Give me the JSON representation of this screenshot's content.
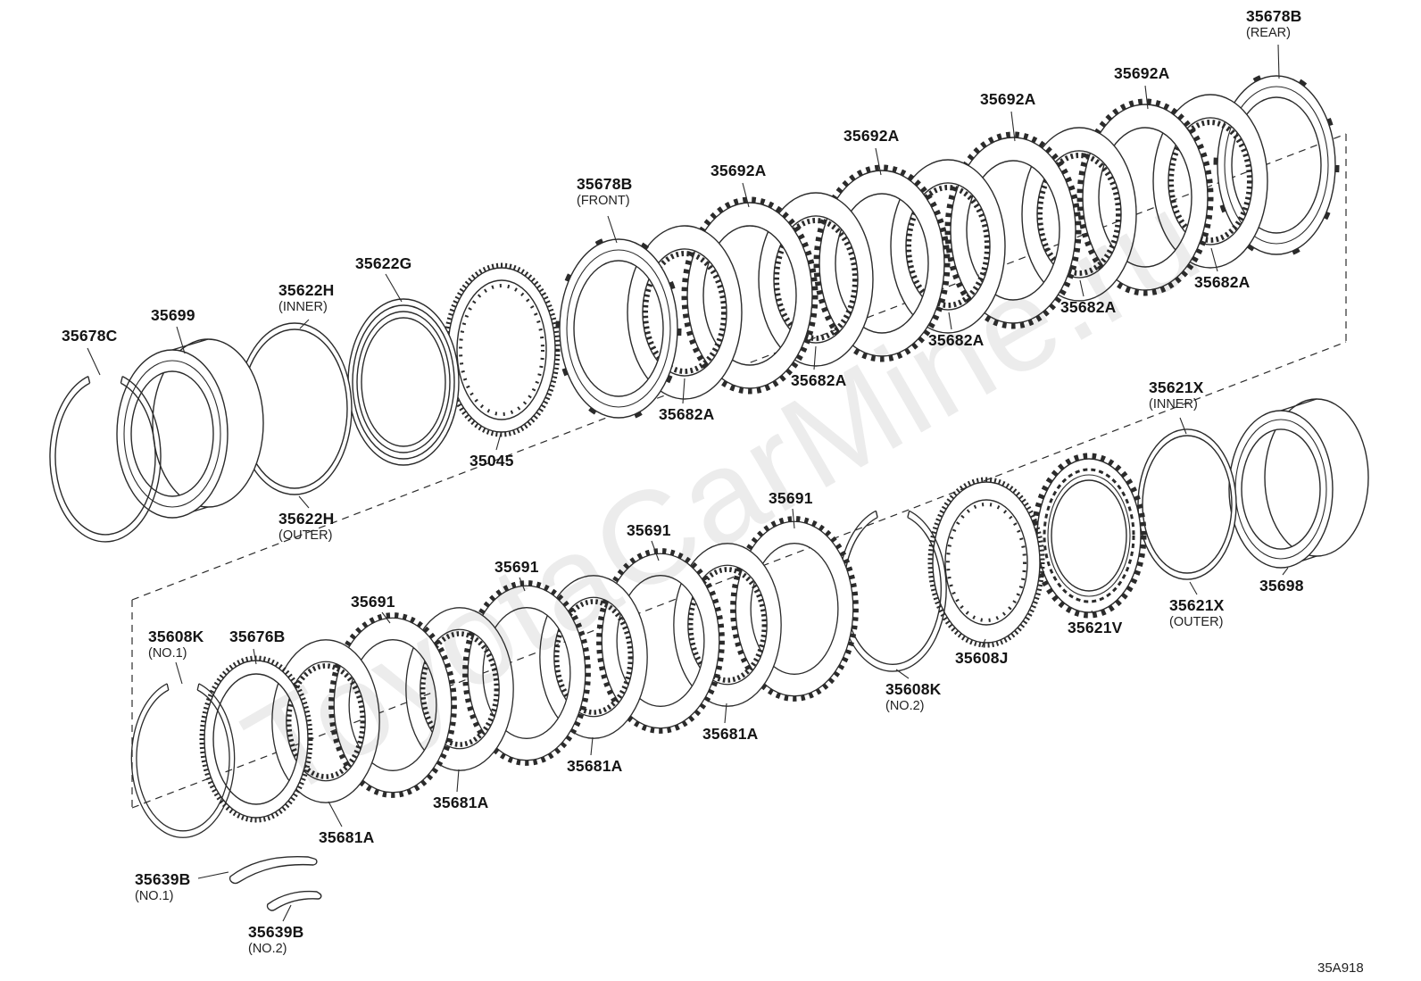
{
  "watermark": "ToyotaCarMine.ru",
  "diagram_code": "35A918",
  "labels": [
    {
      "text": "35678B",
      "sub": "(REAR)"
    },
    {
      "text": "35692A"
    },
    {
      "text": "35692A"
    },
    {
      "text": "35692A"
    },
    {
      "text": "35692A"
    },
    {
      "text": "35678B",
      "sub": "(FRONT)"
    },
    {
      "text": "35622G"
    },
    {
      "text": "35622H",
      "sub": "(INNER)"
    },
    {
      "text": "35699"
    },
    {
      "text": "35678C"
    },
    {
      "text": "35045"
    },
    {
      "text": "35622H",
      "sub": "(OUTER)"
    },
    {
      "text": "35682A"
    },
    {
      "text": "35682A"
    },
    {
      "text": "35682A"
    },
    {
      "text": "35682A"
    },
    {
      "text": "35682A"
    },
    {
      "text": "35621X",
      "sub": "(INNER)"
    },
    {
      "text": "35698"
    },
    {
      "text": "35621X",
      "sub": "(OUTER)"
    },
    {
      "text": "35621V"
    },
    {
      "text": "35608J"
    },
    {
      "text": "35608K",
      "sub": "(NO.2)"
    },
    {
      "text": "35691"
    },
    {
      "text": "35691"
    },
    {
      "text": "35691"
    },
    {
      "text": "35691"
    },
    {
      "text": "35681A"
    },
    {
      "text": "35681A"
    },
    {
      "text": "35681A"
    },
    {
      "text": "35681A"
    },
    {
      "text": "35608K",
      "sub": "(NO.1)"
    },
    {
      "text": "35676B"
    },
    {
      "text": "35639B",
      "sub": "(NO.1)"
    },
    {
      "text": "35639B",
      "sub": "(NO.2)"
    }
  ]
}
